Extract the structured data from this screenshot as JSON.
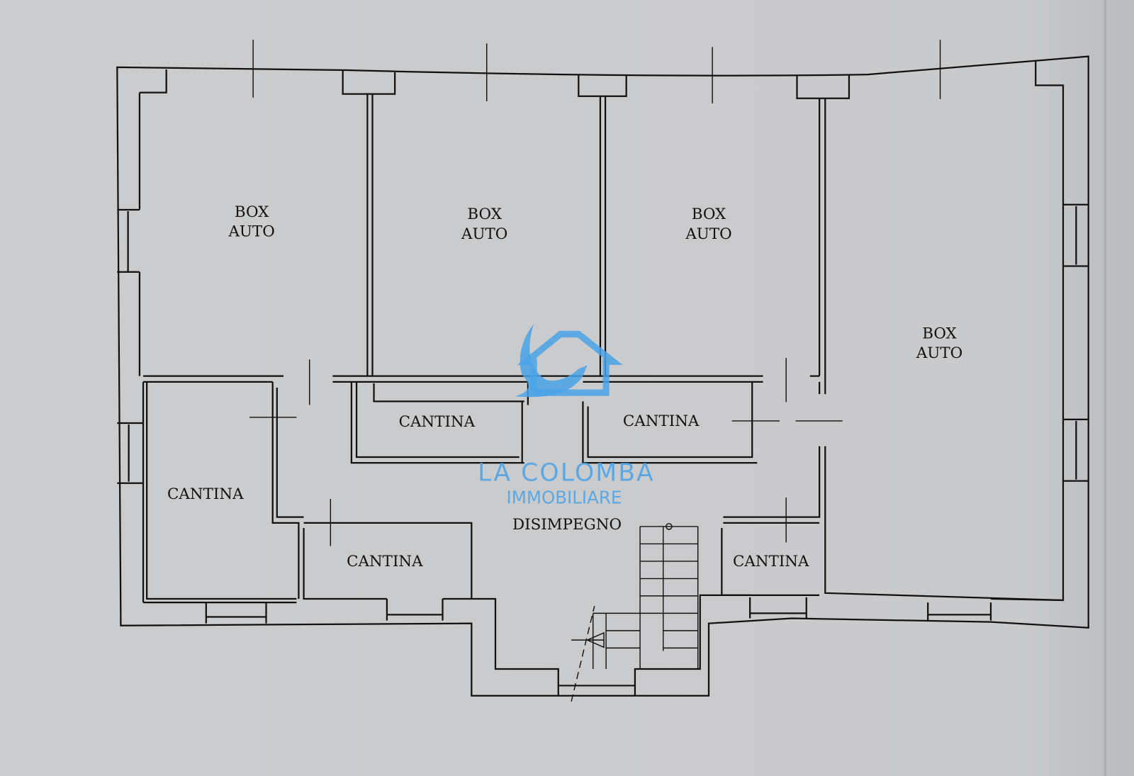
{
  "rooms": {
    "box1": [
      "BOX",
      "AUTO"
    ],
    "box2": [
      "BOX",
      "AUTO"
    ],
    "box3": [
      "BOX",
      "AUTO"
    ],
    "box4": [
      "BOX",
      "AUTO"
    ],
    "cantina_mid_left": "CANTINA",
    "cantina_mid_right": "CANTINA",
    "cantina_left": "CANTINA",
    "cantina_bottom_left": "CANTINA",
    "cantina_bottom_right": "CANTINA",
    "disimpegno": "DISIMPEGNO"
  },
  "watermark": {
    "line1": "LA COLOMBA",
    "line2": "IMMOBILIARE",
    "color": "#4aa3e8"
  }
}
